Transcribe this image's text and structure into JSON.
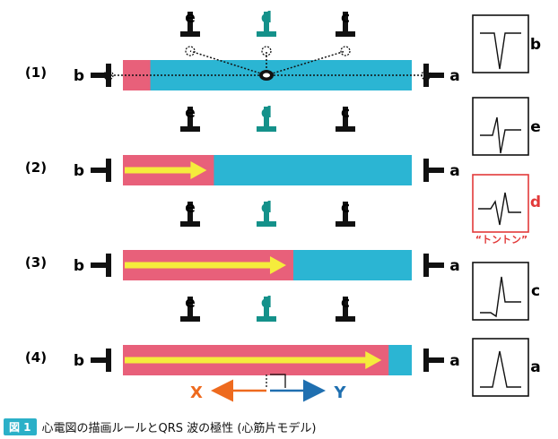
{
  "rows": [
    {
      "label": "(1)",
      "progress": 0.095
    },
    {
      "label": "(2)",
      "progress": 0.315
    },
    {
      "label": "(3)",
      "progress": 0.59
    },
    {
      "label": "(4)",
      "progress": 0.92
    }
  ],
  "electrodes": {
    "e": "e",
    "d": "d",
    "c": "c",
    "b": "b",
    "a": "a"
  },
  "vectors": {
    "left": "X",
    "right": "Y"
  },
  "waveforms": [
    {
      "letter": "b"
    },
    {
      "letter": "e"
    },
    {
      "letter": "d",
      "note": "“トントン”"
    },
    {
      "letter": "c"
    },
    {
      "letter": "a"
    }
  ],
  "caption": {
    "badge": "図 1",
    "text": "心電図の描画ルールとQRS 波の極性 (心筋片モデル)"
  },
  "colors": {
    "muscle": "#2bb5d3",
    "activated": "#e8607a",
    "arrow": "#f5ec3c",
    "electrode": "#111111",
    "electrode_d": "#14918a",
    "highlight": "#e23a3a",
    "vector_left": "#ee6a1e",
    "vector_right": "#1f6fb0"
  }
}
